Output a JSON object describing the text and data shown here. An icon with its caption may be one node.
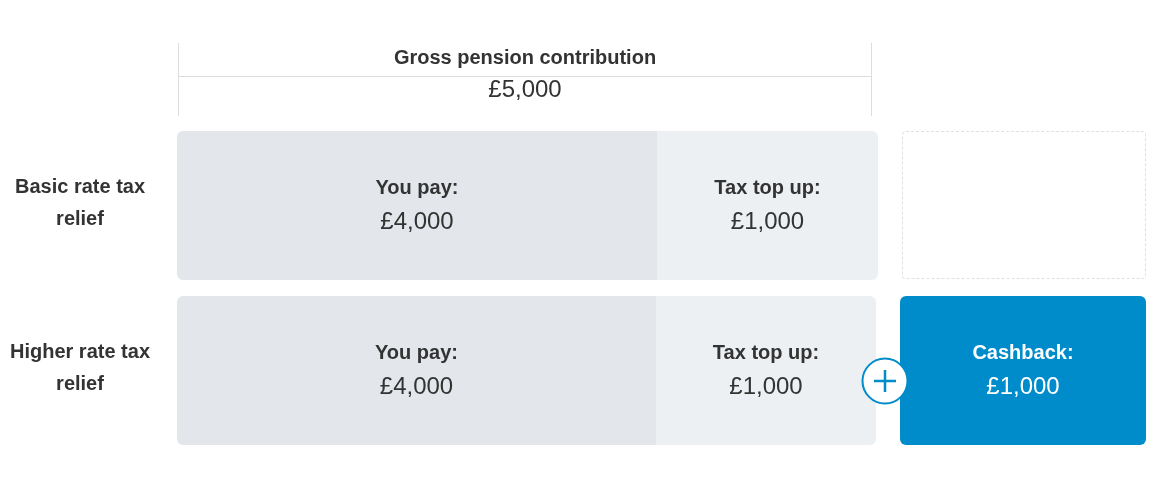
{
  "diagram": {
    "nodes": [
      {
        "text": [
          "Gross pension contribution",
          "£5,000"
        ]
      },
      {
        "text": [
          "You pay:",
          "£4,000"
        ]
      },
      {
        "text": [
          "Tax top up:",
          "£1,000"
        ]
      },
      {
        "text": [],
        "shape": "box"
      },
      {
        "text": [
          "You pay:",
          "£4,000"
        ]
      },
      {
        "text": [
          "Tax top up:",
          "£1,000"
        ]
      },
      {
        "text": [
          "Cashback:",
          "£1,000"
        ]
      }
    ],
    "labels": [
      "Basic rate tax relief",
      "Higher rate tax relief"
    ]
  }
}
